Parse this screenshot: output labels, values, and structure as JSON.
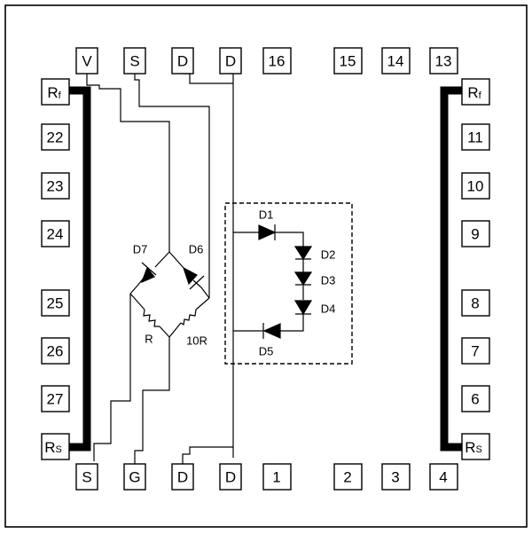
{
  "pads": {
    "top": [
      "V",
      "S",
      "D",
      "D",
      "16",
      "15",
      "14",
      "13"
    ],
    "bottom": [
      "S",
      "G",
      "D",
      "D",
      "1",
      "2",
      "3",
      "4"
    ],
    "left": [
      "22",
      "23",
      "24",
      "25",
      "26",
      "27"
    ],
    "right": [
      "11",
      "10",
      "9",
      "8",
      "7",
      "6"
    ],
    "rf_main": "R",
    "rf_sub": "f",
    "rs_main": "R",
    "rs_sub": "S"
  },
  "components": {
    "d1": "D1",
    "d2": "D2",
    "d3": "D3",
    "d4": "D4",
    "d5": "D5",
    "d6": "D6",
    "d7": "D7",
    "r": "R",
    "r10": "10R"
  }
}
